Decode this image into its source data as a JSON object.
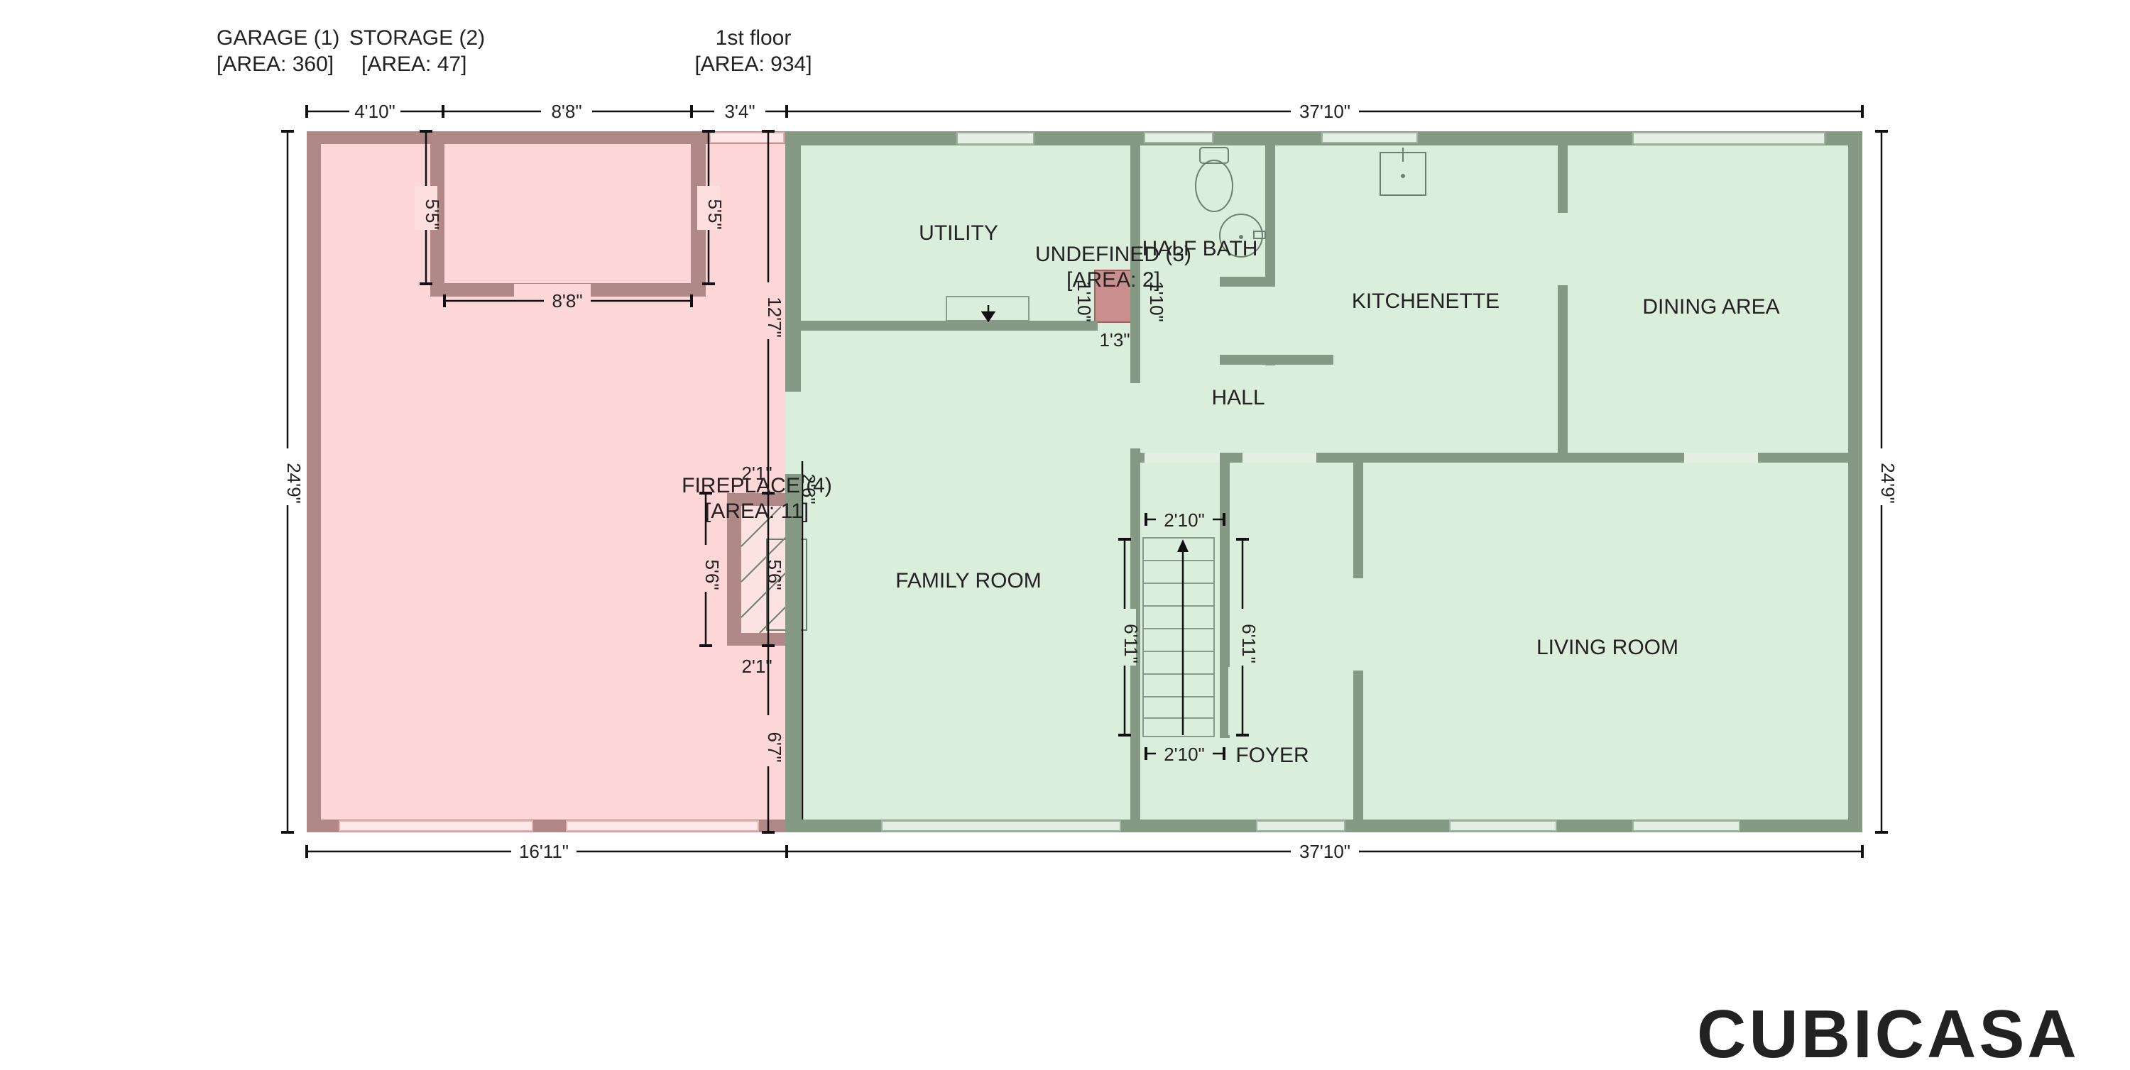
{
  "header": {
    "garage": {
      "name": "GARAGE (1)",
      "area": "[AREA: 360]"
    },
    "storage": {
      "name": "STORAGE (2)",
      "area": "[AREA: 47]"
    },
    "floor": {
      "name": "1st floor",
      "area": "[AREA: 934]"
    }
  },
  "rooms": {
    "utility": "UTILITY",
    "undefined": {
      "name": "UNDEFINED (3)",
      "area": "[AREA: 2]"
    },
    "half_bath": "HALF BATH",
    "kitchenette": "KITCHENETTE",
    "dining": "DINING AREA",
    "hall": "HALL",
    "fireplace": {
      "name": "FIREPLACE (4)",
      "area": "[AREA: 11]"
    },
    "family": "FAMILY ROOM",
    "foyer": "FOYER",
    "living": "LIVING ROOM"
  },
  "dimensions": {
    "top_garage_left": "4'10\"",
    "top_storage": "8'8\"",
    "top_garage_right": "3'4\"",
    "top_house": "37'10\"",
    "bottom_garage": "16'11\"",
    "bottom_house": "37'10\"",
    "left_height": "24'9\"",
    "right_height": "24'9\"",
    "storage_left": "5'5\"",
    "storage_right": "5'5\"",
    "storage_bottom": "8'8\"",
    "garage_upper": "12'7\"",
    "garage_lower": "6'7\"",
    "fireplace_top": "2'1\"",
    "fireplace_bottom": "2'1\"",
    "fireplace_left": "5'6\"",
    "fireplace_inner": "5'6\"",
    "fireplace_depth": "2'6\"",
    "undefined_left": "1'10\"",
    "undefined_right": "1'10\"",
    "undefined_bottom": "1'3\"",
    "stair_top": "2'10\"",
    "stair_bottom": "2'10\"",
    "stair_left": "6'11\"",
    "stair_right": "6'11\""
  },
  "colors": {
    "garage_fill": "#fdd7d8",
    "garage_wall": "#b08888",
    "house_fill": "#dbeddb",
    "house_wall": "#859985",
    "logo": "#e3e3e3"
  },
  "logo": {
    "text": "CUBICASA"
  }
}
